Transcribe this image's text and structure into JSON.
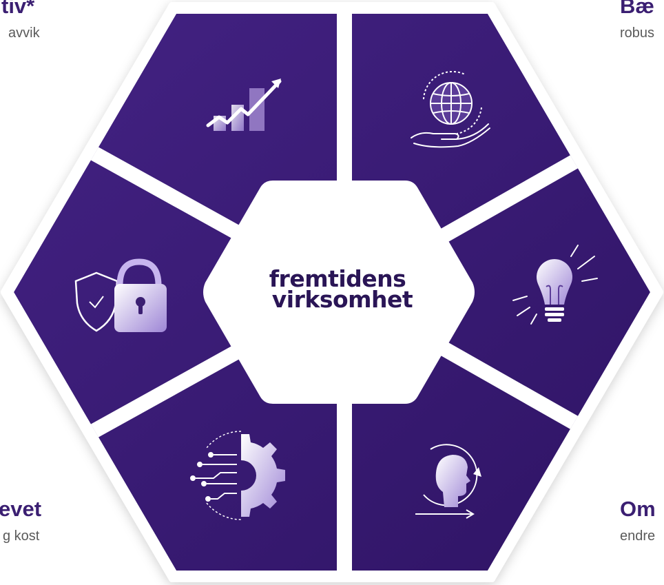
{
  "center": {
    "line1": "fremtidens",
    "line2": "virksomhet"
  },
  "corners": {
    "top_left": {
      "title": "tiv*",
      "subtitle": "avvik"
    },
    "top_right": {
      "title": "Bæ",
      "subtitle": "robus"
    },
    "bottom_left": {
      "title": "evet",
      "subtitle": "g kost"
    },
    "bottom_right": {
      "title": "Om",
      "subtitle": "endre"
    }
  },
  "segments": [
    {
      "position": "top-left",
      "icon": "growth-chart-icon"
    },
    {
      "position": "top-right",
      "icon": "globe-in-hand-icon"
    },
    {
      "position": "left",
      "icon": "shield-lock-icon"
    },
    {
      "position": "right",
      "icon": "lightbulb-icon"
    },
    {
      "position": "bottom-left",
      "icon": "digital-gear-icon"
    },
    {
      "position": "bottom-right",
      "icon": "head-cycle-icon"
    }
  ],
  "colors": {
    "segment": "#3d1f7a",
    "segment_dark": "#2e1462",
    "frame": "#ffffff",
    "title": "#3b1f72",
    "subtitle": "#5a5a5a",
    "icon": "#ffffff",
    "icon_accent": "#b9a3e6"
  }
}
